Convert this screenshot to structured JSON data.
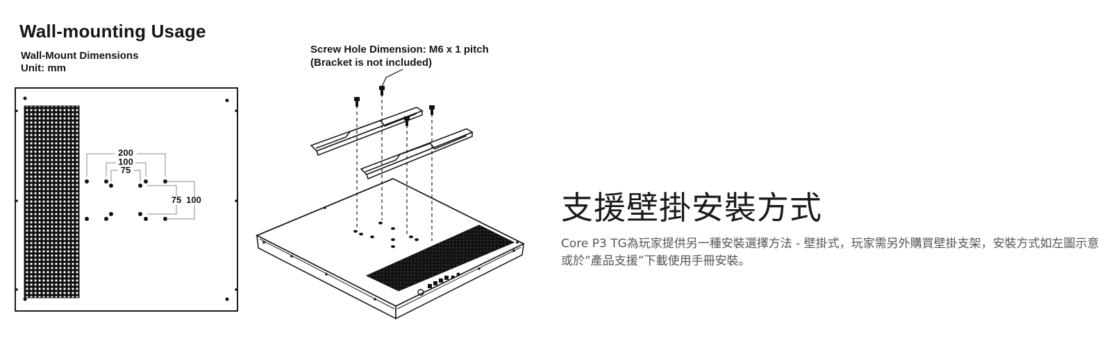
{
  "left_panel": {
    "title": "Wall-mounting Usage",
    "dimensions_label": "Wall-Mount Dimensions",
    "unit_label": "Unit: mm",
    "dimension_labels": {
      "d200": "200",
      "d100": "100",
      "d75": "75",
      "v75": "75",
      "v100": "100"
    }
  },
  "middle_panel": {
    "screw_label": "Screw Hole Dimension: M6 x 1 pitch",
    "bracket_note": "(Bracket is not included)"
  },
  "right_panel": {
    "heading": "支援壁掛安裝方式",
    "description": "Core P3 TG為玩家提供另一種安裝選擇方法 - 壁掛式，玩家需另外購買壁掛支架，安裝方式如左圖示意或於”產品支援”下載使用手冊安裝。"
  },
  "colors": {
    "line": "#1a1a1a",
    "dim_line": "#888888",
    "heading_text": "#1a1a1a",
    "body_text": "#555555"
  }
}
